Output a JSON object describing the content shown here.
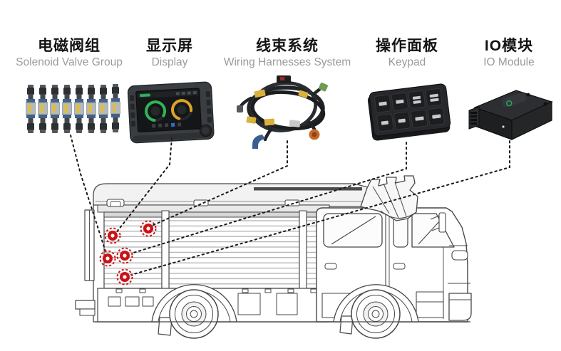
{
  "title": "Fire truck electrical system components diagram",
  "components": [
    {
      "id": "solenoid-valve-group",
      "name_zh": "电磁阀组",
      "name_en": "Solenoid Valve Group"
    },
    {
      "id": "display",
      "name_zh": "显示屏",
      "name_en": "Display"
    },
    {
      "id": "wiring-harness",
      "name_zh": "线束系统",
      "name_en": "Wiring Harnesses System"
    },
    {
      "id": "keypad",
      "name_zh": "操作面板",
      "name_en": "Keypad"
    },
    {
      "id": "io-module",
      "name_zh": "IO模块",
      "name_en": "IO Module"
    }
  ],
  "diagram": {
    "vehicle": "fire truck side-view line art",
    "install_marker_count": 5,
    "colors": {
      "marker_red": "#cb1217",
      "connector_line": "#1a1a1a",
      "subtitle_gray": "#9b9b9b",
      "truck_outline": "#474747"
    }
  }
}
